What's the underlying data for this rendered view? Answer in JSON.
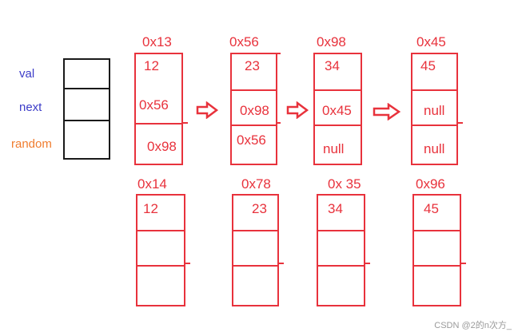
{
  "legend": {
    "val_label": "val",
    "next_label": "next",
    "random_label": "random",
    "colors": {
      "val": "#3c3cc8",
      "next": "#3c3cc8",
      "random": "#f07c2e",
      "box": "#1a1a1a"
    }
  },
  "original_list": [
    {
      "address": "0x13",
      "val": "12",
      "next": "0x56",
      "random": "0x98"
    },
    {
      "address": "0x56",
      "val": "23",
      "next": "0x98",
      "random": "0x56"
    },
    {
      "address": "0x98",
      "val": "34",
      "next": "0x45",
      "random": "null"
    },
    {
      "address": "0x45",
      "val": "45",
      "next": "null",
      "random": "null"
    }
  ],
  "copy_list": [
    {
      "address": "0x14",
      "val": "12"
    },
    {
      "address": "0x78",
      "val": "23"
    },
    {
      "address": "0x 35",
      "val": "34"
    },
    {
      "address": "0x96",
      "val": "45"
    }
  ],
  "accent_color": "#e8323c",
  "watermark": "CSDN @2的n次方_"
}
